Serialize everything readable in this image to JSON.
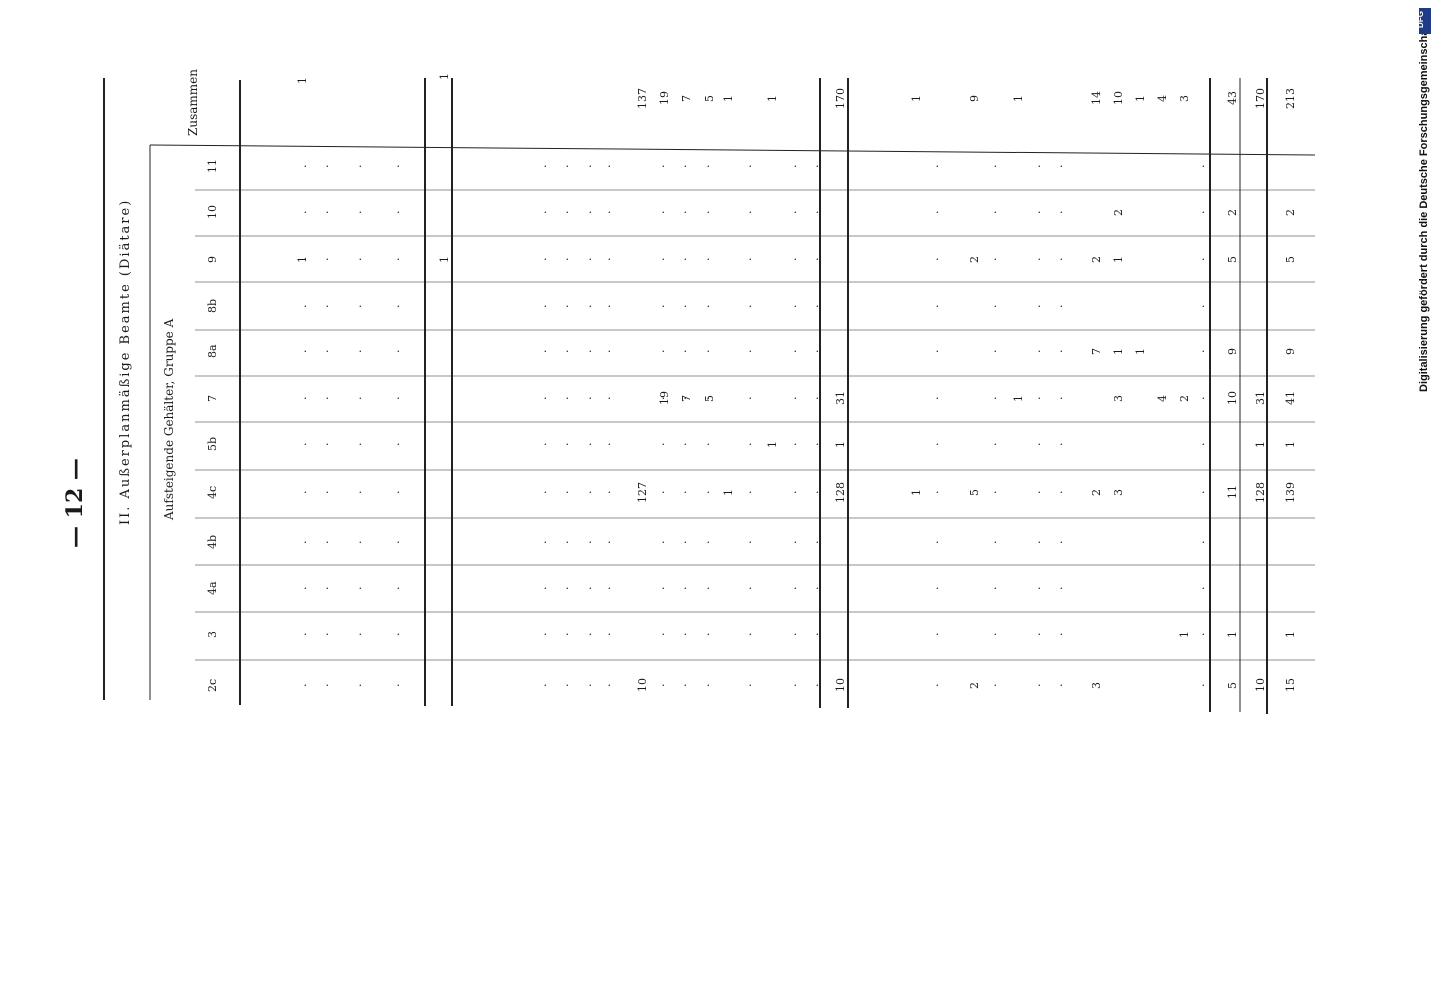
{
  "page": {
    "page_number": "— 12 —",
    "section_title": "II. Außerplanmäßige Beamte (Diätare)",
    "group_title": "Aufsteigende Gehälter, Gruppe A"
  },
  "table": {
    "columns": [
      "2c",
      "3",
      "4a",
      "4b",
      "4c",
      "5b",
      "7",
      "8a",
      "8b",
      "9",
      "10",
      "11"
    ],
    "total_label": "Zusammen",
    "block1_entries": [
      {
        "col": "9",
        "value": "1",
        "total": "1"
      }
    ],
    "block1_sum": {
      "col": "9",
      "value": "1",
      "total": "1"
    },
    "block2_entries": [
      {
        "col": "4c",
        "value": "127",
        "total": "137"
      },
      {
        "col": "2c",
        "value": "10",
        "total": ""
      },
      {
        "col": "7",
        "value": "19",
        "total": "19"
      },
      {
        "col": "7",
        "value": "7",
        "total": "7"
      },
      {
        "col": "7",
        "value": "5",
        "total": "5"
      },
      {
        "col": "4c",
        "value": "1",
        "total": "1"
      },
      {
        "col": "5b",
        "value": "1",
        "total": "1"
      }
    ],
    "block2_sum": {
      "2c": "10",
      "4c": "128",
      "5b": "1",
      "7": "31",
      "total": "170"
    },
    "block3_entries": [
      {
        "col": "4c",
        "value": "1",
        "total": "1"
      },
      {
        "col": "2c",
        "value": "2",
        "total": "9"
      },
      {
        "col": "4c",
        "value": "5",
        "total": ""
      },
      {
        "col": "9",
        "value": "2",
        "total": ""
      },
      {
        "col": "7",
        "value": "1",
        "total": "1"
      },
      {
        "col": "2c",
        "value": "3",
        "total": "14"
      },
      {
        "col": "4c",
        "value": "2",
        "total": ""
      },
      {
        "col": "8a",
        "value": "7",
        "total": ""
      },
      {
        "col": "9",
        "value": "2",
        "total": ""
      },
      {
        "col": "4c",
        "value": "3",
        "total": "10"
      },
      {
        "col": "7",
        "value": "3",
        "total": ""
      },
      {
        "col": "8a",
        "value": "1",
        "total": ""
      },
      {
        "col": "9",
        "value": "1",
        "total": ""
      },
      {
        "col": "10",
        "value": "2",
        "total": ""
      },
      {
        "col": "8a",
        "value": "1",
        "total": "1"
      },
      {
        "col": "7",
        "value": "4",
        "total": "4"
      },
      {
        "col": "7",
        "value": "2",
        "total": "3"
      },
      {
        "col": "3",
        "value": "1",
        "total": ""
      }
    ],
    "block3_sum": {
      "2c": "5",
      "3": "1",
      "4c": "11",
      "7": "10",
      "8a": "9",
      "9": "5",
      "10": "2",
      "total": "43"
    },
    "carry_row": {
      "2c": "10",
      "4c": "128",
      "5b": "1",
      "7": "31",
      "total": "170"
    },
    "grand_total_row": {
      "2c": "15",
      "3": "1",
      "4c": "139",
      "5b": "1",
      "7": "41",
      "8a": "9",
      "9": "5",
      "10": "2",
      "total": "213"
    }
  },
  "footer": {
    "credit": "Digitalisierung gefördert durch die Deutsche Forschungsgemeinschaft",
    "logo_text": "DFG"
  }
}
